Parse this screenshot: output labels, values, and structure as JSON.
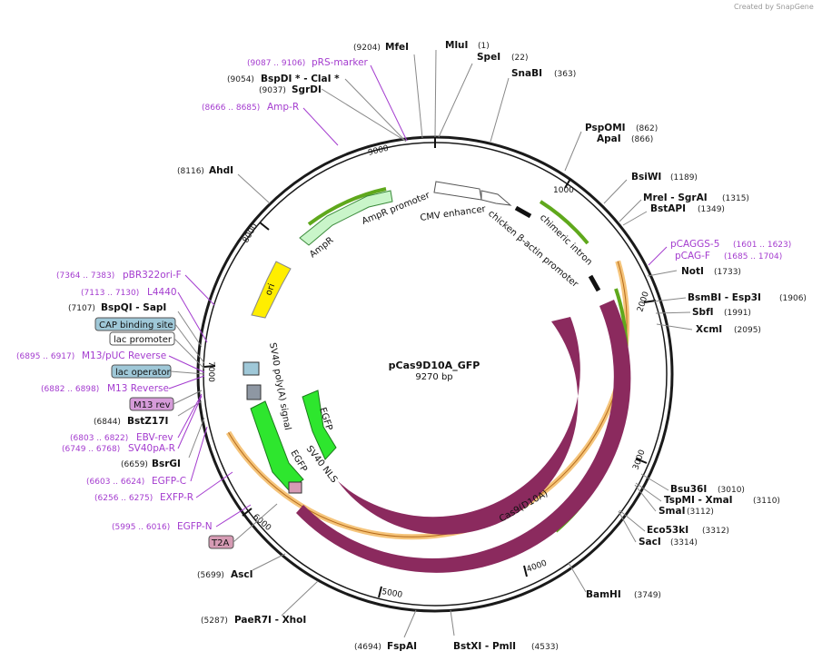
{
  "watermark": "Created by SnapGene",
  "plasmid": {
    "name": "pCas9D10A_GFP",
    "size": "9270 bp"
  },
  "ticks": [
    "1000",
    "2000",
    "3000",
    "4000",
    "5000",
    "6000",
    "7000",
    "8000",
    "9000"
  ],
  "sites": [
    {
      "name": "MfeI",
      "pos": "(9204)"
    },
    {
      "name": "MluI",
      "pos": "(1)"
    },
    {
      "name": "SpeI",
      "pos": "(22)"
    },
    {
      "name": "SnaBI",
      "pos": "(363)"
    },
    {
      "name": "PspOMI",
      "pos": "(862)"
    },
    {
      "name": "ApaI",
      "pos": "(866)"
    },
    {
      "name": "BsiWI",
      "pos": "(1189)"
    },
    {
      "name": "MreI  - SgrAI",
      "pos": "(1315)"
    },
    {
      "name": "BstAPI",
      "pos": "(1349)"
    },
    {
      "name": "NotI",
      "pos": "(1733)"
    },
    {
      "name": "BsmBI  - Esp3I",
      "pos": "(1906)"
    },
    {
      "name": "SbfI",
      "pos": "(1991)"
    },
    {
      "name": "XcmI",
      "pos": "(2095)"
    },
    {
      "name": "Bsu36I",
      "pos": "(3010)"
    },
    {
      "name": "TspMI  - XmaI",
      "pos": "(3110)"
    },
    {
      "name": "SmaI",
      "pos": "(3112)"
    },
    {
      "name": "Eco53kI",
      "pos": "(3312)"
    },
    {
      "name": "SacI",
      "pos": "(3314)"
    },
    {
      "name": "BamHI",
      "pos": "(3749)"
    },
    {
      "name": "BstXI  - PmlI",
      "pos": "(4533)"
    },
    {
      "name": "FspAI",
      "pos": "(4694)"
    },
    {
      "name": "PaeR7I  - XhoI",
      "pos": "(5287)"
    },
    {
      "name": "AscI",
      "pos": "(5699)"
    },
    {
      "name": "BsrGI",
      "pos": "(6659)"
    },
    {
      "name": "BstZ17I",
      "pos": "(6844)"
    },
    {
      "name": "BspQI  - SapI",
      "pos": "(7107)"
    },
    {
      "name": "AhdI",
      "pos": "(8116)"
    },
    {
      "name": "SgrDI",
      "pos": "(9037)"
    },
    {
      "name": "BspDI *  - ClaI *",
      "pos": "(9054)"
    }
  ],
  "primers": [
    {
      "name": "pRS-marker",
      "pos": "(9087 .. 9106)"
    },
    {
      "name": "Amp-R",
      "pos": "(8666 .. 8685)"
    },
    {
      "name": "pCAGGS-5",
      "pos": "(1601 .. 1623)"
    },
    {
      "name": "pCAG-F",
      "pos": "(1685 .. 1704)"
    },
    {
      "name": "pBR322ori-F",
      "pos": "(7364 .. 7383)"
    },
    {
      "name": "L4440",
      "pos": "(7113 .. 7130)"
    },
    {
      "name": "M13/pUC Reverse",
      "pos": "(6895 .. 6917)"
    },
    {
      "name": "M13 Reverse",
      "pos": "(6882 .. 6898)"
    },
    {
      "name": "EBV-rev",
      "pos": "(6803 .. 6822)"
    },
    {
      "name": "SV40pA-R",
      "pos": "(6749 .. 6768)"
    },
    {
      "name": "EGFP-C",
      "pos": "(6603 .. 6624)"
    },
    {
      "name": "EXFP-R",
      "pos": "(6256 .. 6275)"
    },
    {
      "name": "EGFP-N",
      "pos": "(5995 .. 6016)"
    }
  ],
  "boxed_labels": [
    "CAP binding site",
    "lac promoter",
    "lac operator",
    "M13 rev",
    "T2A"
  ],
  "features": {
    "ampr_promoter": "AmpR promoter",
    "ampr": "AmpR",
    "ori": "ori",
    "cmv_enhancer": "CMV enhancer",
    "chicken_actin": "chicken β-actin promoter",
    "chimeric_intron": "chimeric intron",
    "cas9": "Cas9",
    "cas9_d10a": "Cas9(D10A)",
    "egfp": "EGFP",
    "egfp2": "EGFP",
    "sv40_nls": "SV40 NLS",
    "sv40_polya": "SV40 poly(A) signal"
  },
  "colors": {
    "backbone": "#1a1a1a",
    "cas9": "#8b2a5e",
    "egfp": "#2ee62e",
    "ampr": "#c9f5c9",
    "ori": "#ffee00",
    "primer": "#a43ccf",
    "orf_outline": "#f0b45a",
    "orf_arrow": "#5fa81c"
  }
}
